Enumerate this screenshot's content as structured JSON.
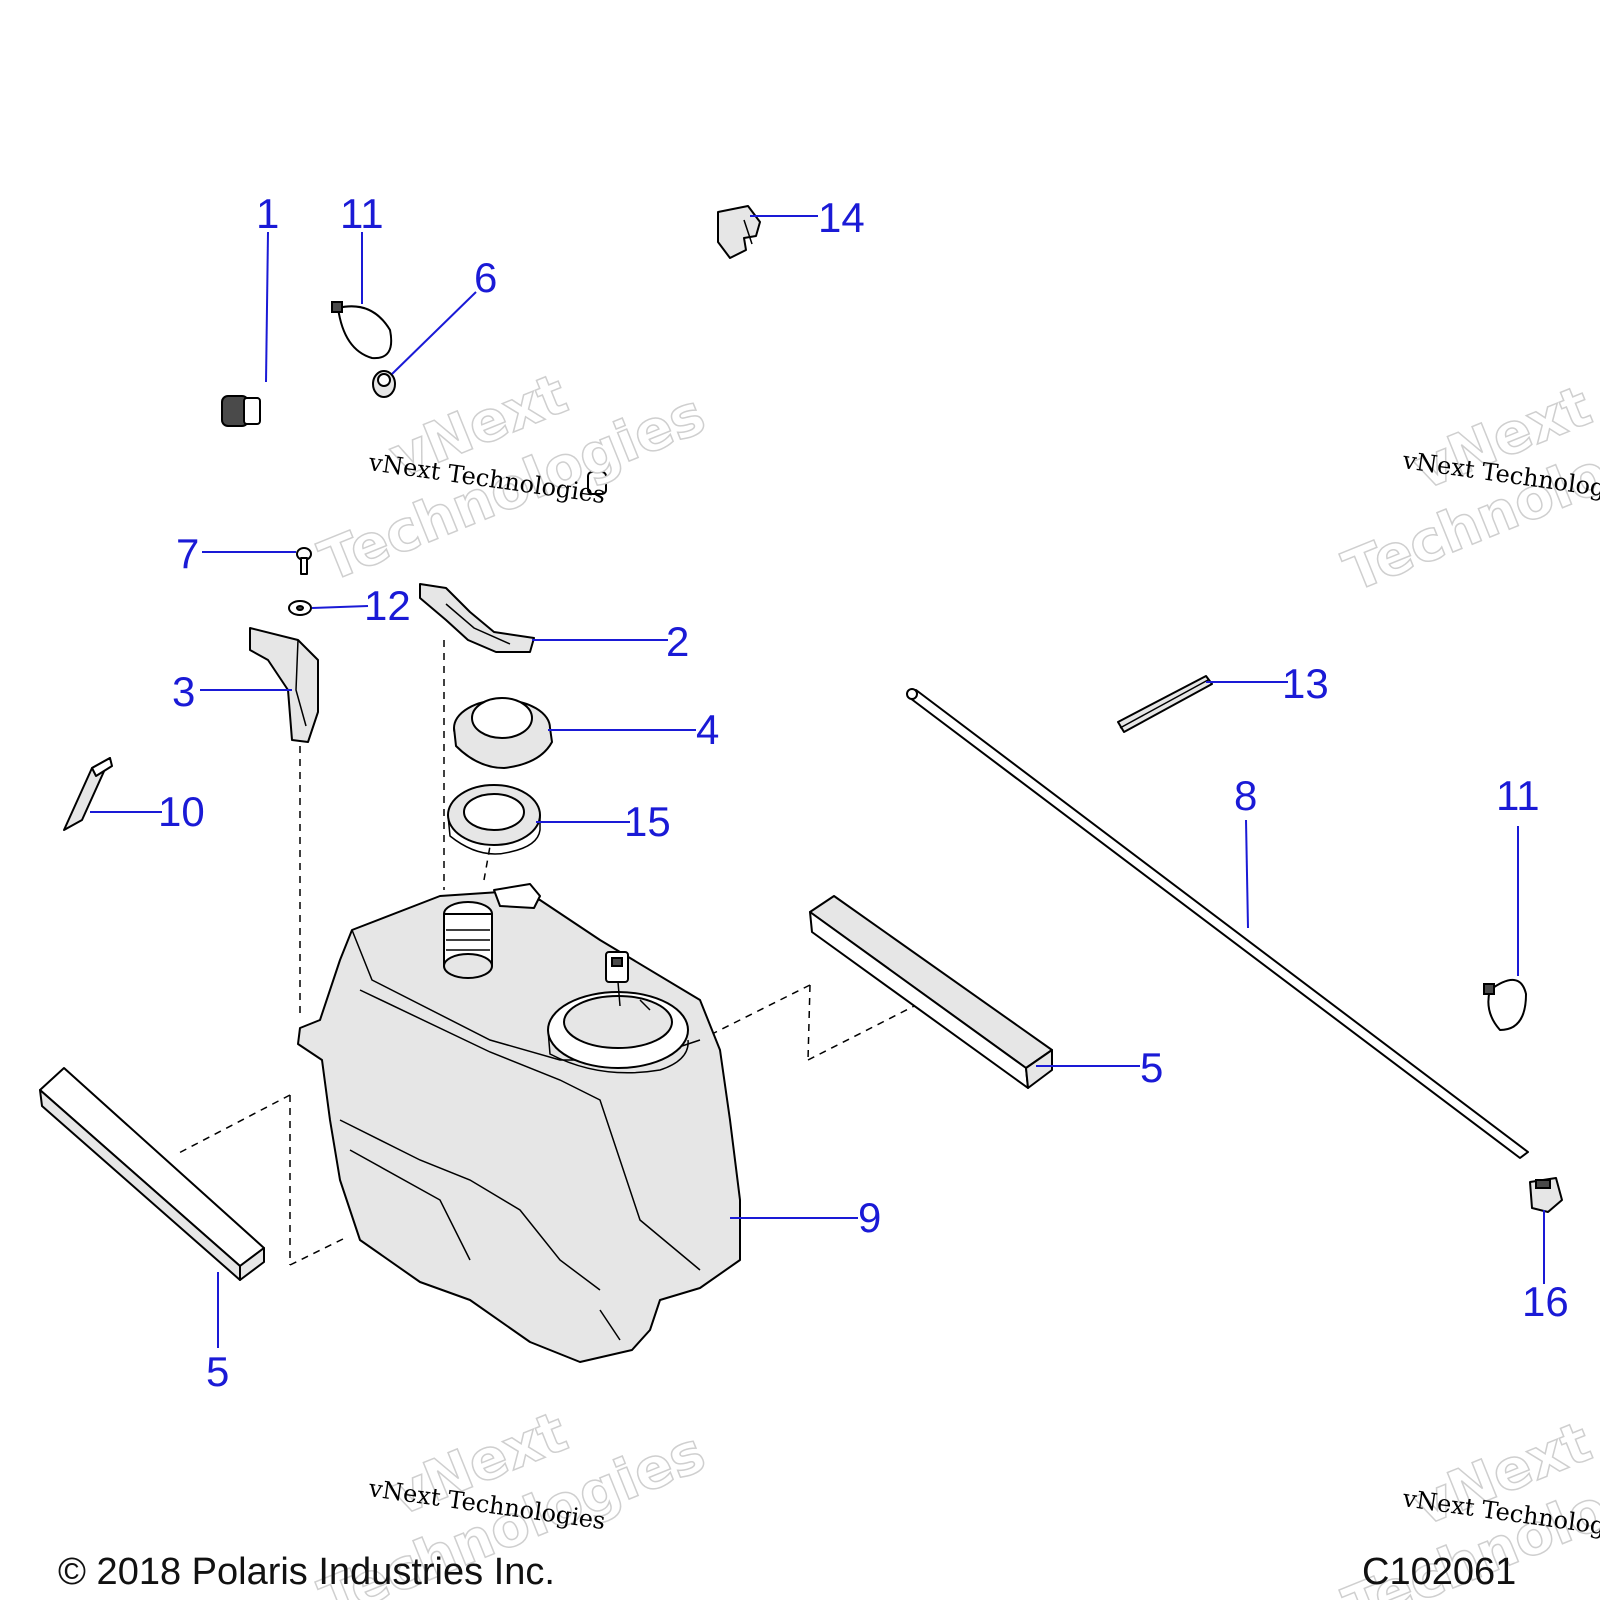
{
  "callouts": {
    "c1": "1",
    "c11a": "11",
    "c6": "6",
    "c14": "14",
    "c7": "7",
    "c12": "12",
    "c2": "2",
    "c3": "3",
    "c4": "4",
    "c13": "13",
    "c10": "10",
    "c15": "15",
    "c8": "8",
    "c11b": "11",
    "c5a": "5",
    "c9": "9",
    "c5b": "5",
    "c16": "16"
  },
  "watermark": {
    "line": "vNext Technologies",
    "big_top": "vNext",
    "big_bottom": "Technologies"
  },
  "footer": {
    "copyright": "© 2018 Polaris Industries Inc.",
    "diagram_code": "C102061"
  },
  "colors": {
    "callout": "#1a1ad6",
    "line": "#000000",
    "shade": "#e6e6e6"
  }
}
